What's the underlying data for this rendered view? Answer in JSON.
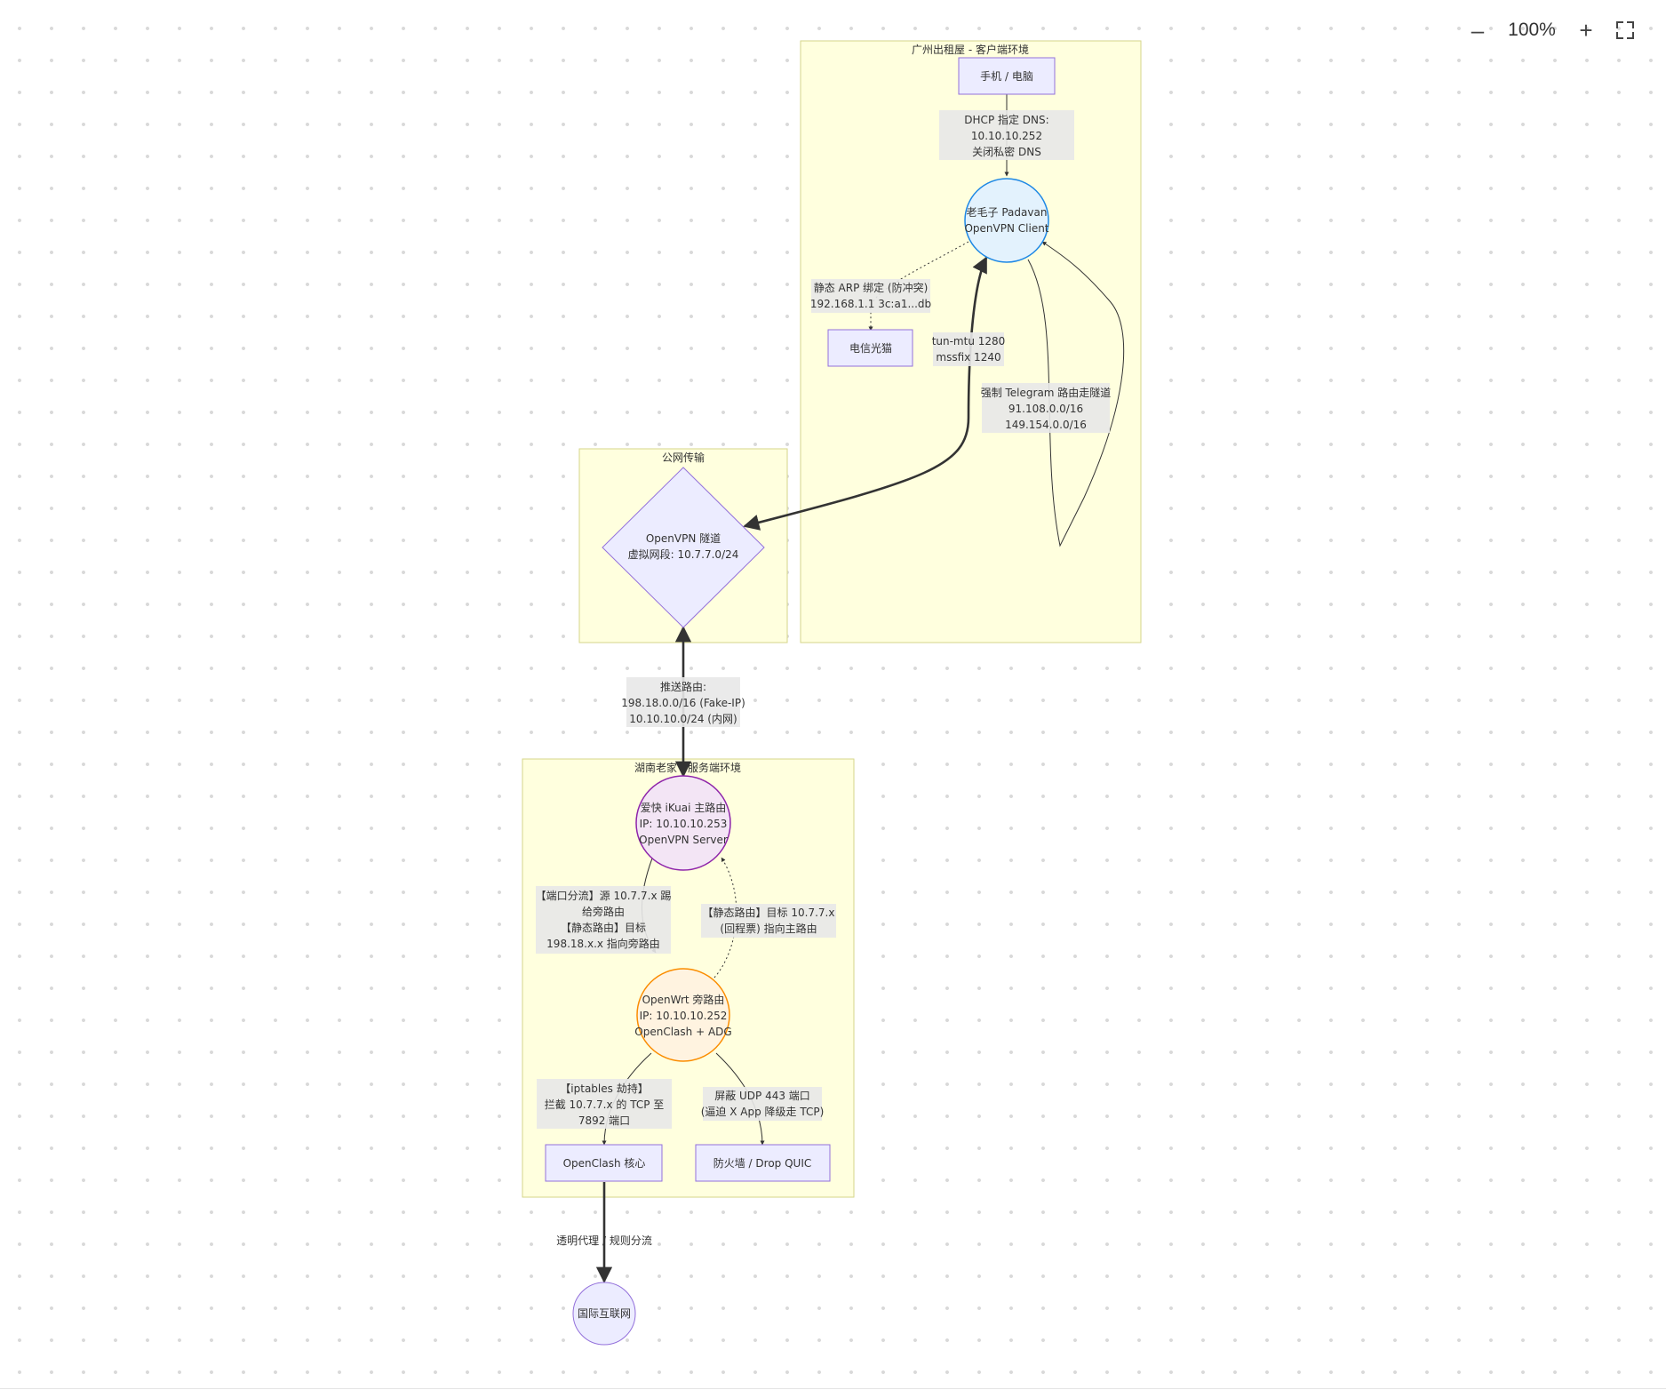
{
  "toolbar": {
    "zoom_out_label": "–",
    "zoom_level": "100%",
    "zoom_in_label": "+",
    "fullscreen_icon": "fullscreen-icon"
  },
  "groups": {
    "client": {
      "title": "广州出租屋 - 客户端环境"
    },
    "transport": {
      "title": "公网传输"
    },
    "server": {
      "title": "湖南老家 - 服务端环境"
    }
  },
  "nodes": {
    "devices": [
      "手机 / 电脑"
    ],
    "padavan": [
      "老毛子 Padavan",
      "OpenVPN Client"
    ],
    "modem": [
      "电信光猫"
    ],
    "tunnel": [
      "OpenVPN 隧道",
      "虚拟网段: 10.7.7.0/24"
    ],
    "ikuai": [
      "爱快 iKuai 主路由",
      "IP: 10.10.10.253",
      "OpenVPN Server"
    ],
    "openwrt": [
      "OpenWrt 旁路由",
      "IP: 10.10.10.252",
      "OpenClash + ADG"
    ],
    "clash_core": [
      "OpenClash 核心"
    ],
    "firewall": [
      "防火墙 / Drop QUIC"
    ],
    "internet": [
      "国际互联网"
    ]
  },
  "edge_labels": {
    "dhcp": [
      "DHCP 指定 DNS:",
      "10.10.10.252",
      "关闭私密 DNS"
    ],
    "arp": [
      "静态 ARP 绑定 (防冲突)",
      "192.168.1.1 3c:a1...db"
    ],
    "mtu": [
      "tun-mtu 1280",
      "mssfix 1240"
    ],
    "telegram": [
      "强制 Telegram 路由走隧道",
      "91.108.0.0/16",
      "149.154.0.0/16"
    ],
    "push": [
      "推送路由:",
      "198.18.0.0/16 (Fake-IP)",
      "10.10.10.0/24 (内网)"
    ],
    "port_split": [
      "【端口分流】源 10.7.7.x 踢",
      "给旁路由",
      "【静态路由】目标",
      "198.18.x.x 指向旁路由"
    ],
    "return_route": [
      "【静态路由】目标 10.7.7.x",
      "(回程票) 指向主路由"
    ],
    "iptables": [
      "【iptables 劫持】",
      "拦截 10.7.7.x 的 TCP 至",
      "7892 端口"
    ],
    "udp": [
      "屏蔽 UDP 443 端口",
      "(逼迫 X App 降级走 TCP)"
    ],
    "proxy": [
      "透明代理 / 规则分流"
    ]
  },
  "colors": {
    "group_fill": "#ffffde",
    "group_stroke": "#d6d68a",
    "node_fill": "#ececff",
    "node_stroke": "#9370db",
    "label_bg": "#e8e8e8",
    "padavan_fill": "#e3f2fd",
    "padavan_stroke": "#1e88e5",
    "ikuai_fill": "#f3e5f5",
    "ikuai_stroke": "#8e24aa",
    "openwrt_fill": "#fff3e0",
    "openwrt_stroke": "#fb8c00",
    "edge": "#333333"
  }
}
